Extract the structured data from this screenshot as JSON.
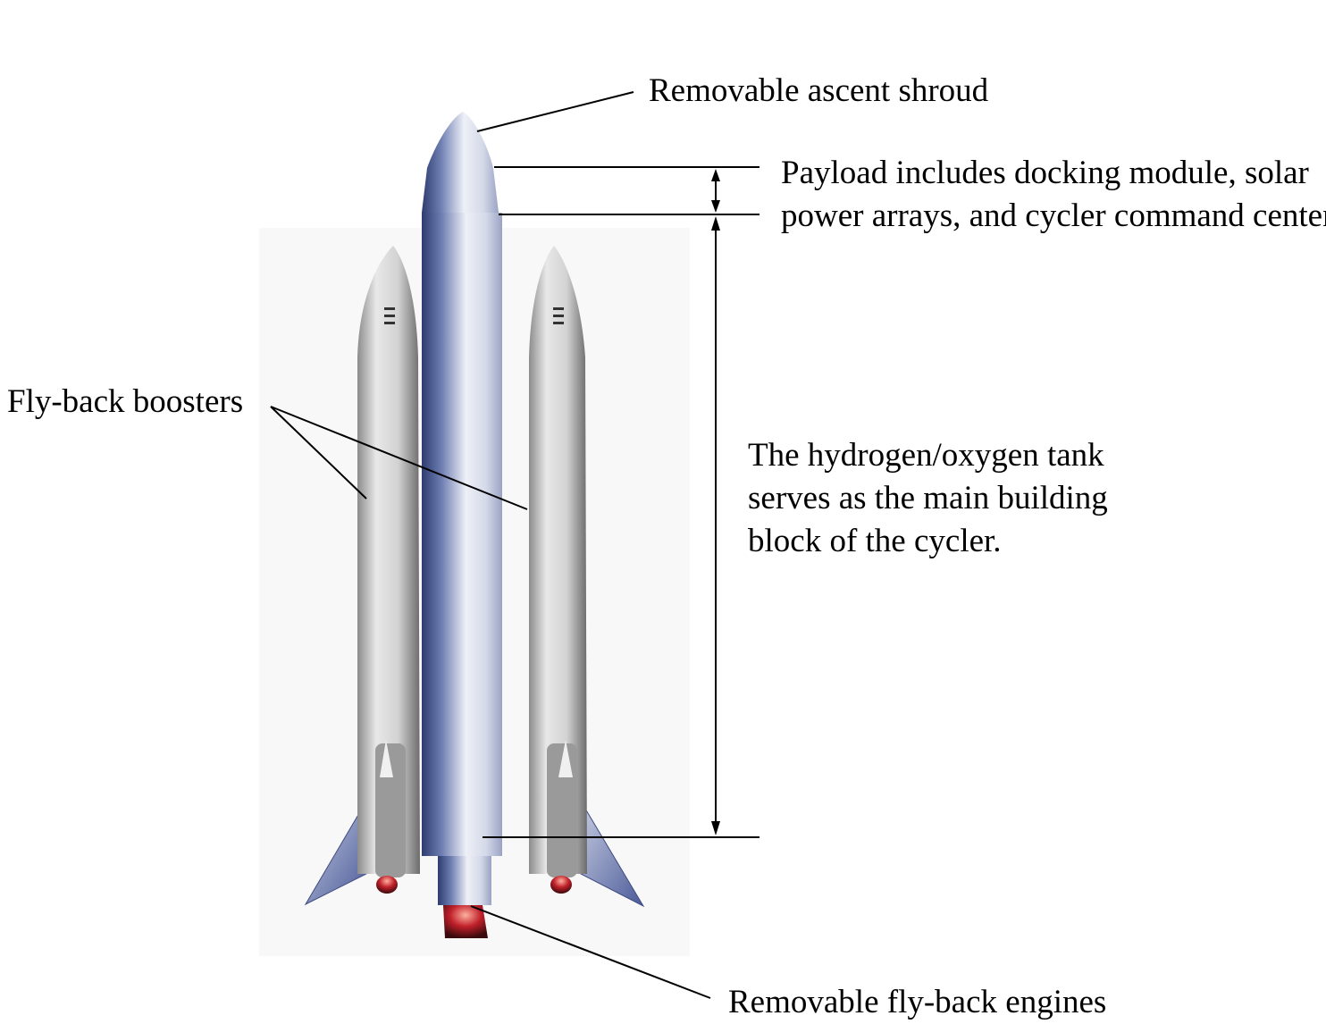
{
  "labels": {
    "shroud": "Removable ascent shroud",
    "payload_line1": "Payload includes docking module, solar",
    "payload_line2": "power arrays, and cycler command center.",
    "boosters": "Fly-back boosters",
    "tank_line1": "The hydrogen/oxygen tank",
    "tank_line2": "serves as the main building",
    "tank_line3": "block of the cycler.",
    "engines": "Removable fly-back engines"
  },
  "colors": {
    "core_dark": "#3a4a7a",
    "core_light": "#e6e9f2",
    "booster_light": "#e4e4e4",
    "booster_dark": "#7a7a7a",
    "fin_blue": "#5a6aa8",
    "nozzle_red": "#c0202a"
  }
}
